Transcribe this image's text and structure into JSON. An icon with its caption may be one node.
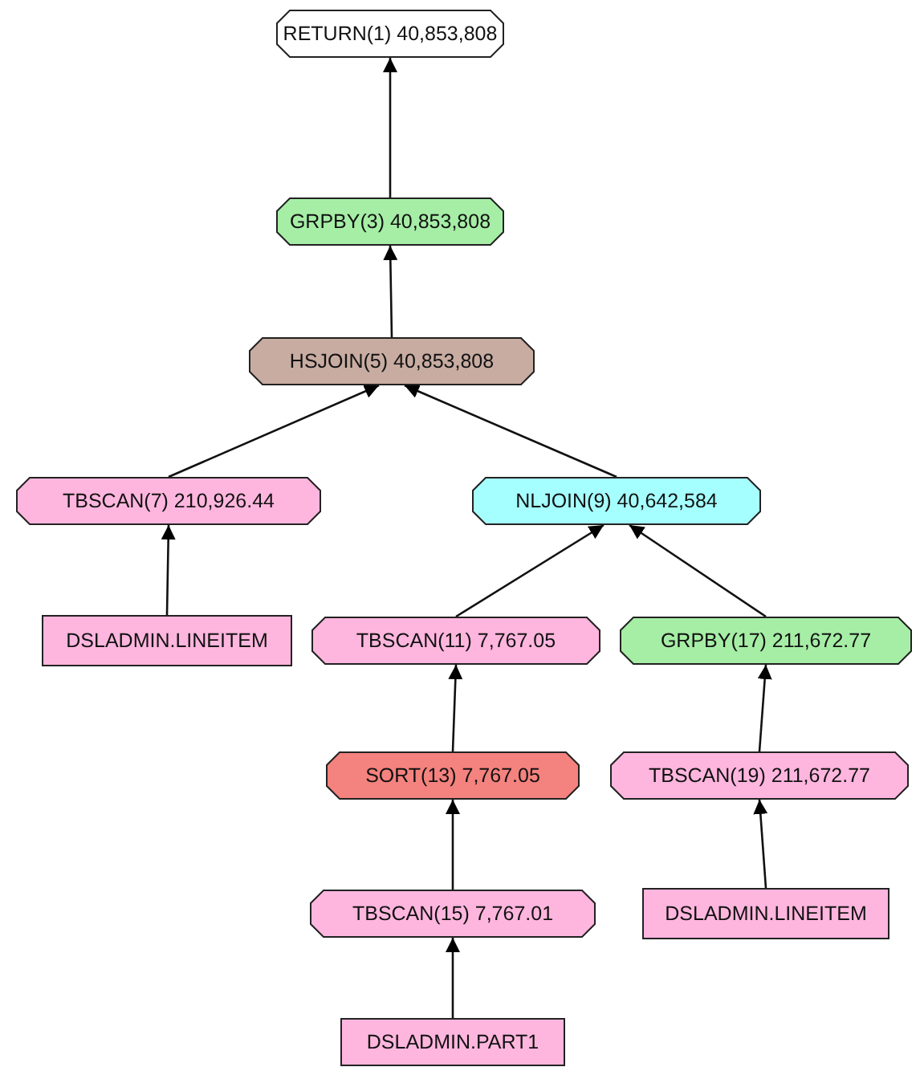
{
  "diagram": {
    "nodes": [
      {
        "text": [
          "RETURN(1) 40,853,808"
        ]
      },
      {
        "text": [
          "GRPBY(3) 40,853,808"
        ]
      },
      {
        "text": [
          "HSJOIN(5) 40,853,808"
        ]
      },
      {
        "text": [
          "TBSCAN(7) 210,926.44"
        ]
      },
      {
        "text": [
          "NLJOIN(9) 40,642,584"
        ]
      },
      {
        "text": [
          "DSLADMIN.LINEITEM"
        ]
      },
      {
        "text": [
          "TBSCAN(11) 7,767.05"
        ]
      },
      {
        "text": [
          "GRPBY(17) 211,672.77"
        ]
      },
      {
        "text": [
          "SORT(13) 7,767.05"
        ]
      },
      {
        "text": [
          "TBSCAN(19) 211,672.77"
        ]
      },
      {
        "text": [
          "TBSCAN(15) 7,767.01"
        ]
      },
      {
        "text": [
          "DSLADMIN.LINEITEM"
        ]
      },
      {
        "text": [
          "DSLADMIN.PART1"
        ]
      }
    ],
    "edges": [
      {
        "from": 1,
        "to": 0,
        "arrow": "to"
      },
      {
        "from": 2,
        "to": 1,
        "arrow": "to"
      },
      {
        "from": 3,
        "to": 2,
        "arrow": "to"
      },
      {
        "from": 4,
        "to": 2,
        "arrow": "to"
      },
      {
        "from": 5,
        "to": 3,
        "arrow": "to"
      },
      {
        "from": 6,
        "to": 4,
        "arrow": "to"
      },
      {
        "from": 7,
        "to": 4,
        "arrow": "to"
      },
      {
        "from": 8,
        "to": 6,
        "arrow": "to"
      },
      {
        "from": 9,
        "to": 7,
        "arrow": "to"
      },
      {
        "from": 10,
        "to": 8,
        "arrow": "to"
      },
      {
        "from": 11,
        "to": 9,
        "arrow": "to"
      },
      {
        "from": 12,
        "to": 10,
        "arrow": "to"
      }
    ]
  }
}
